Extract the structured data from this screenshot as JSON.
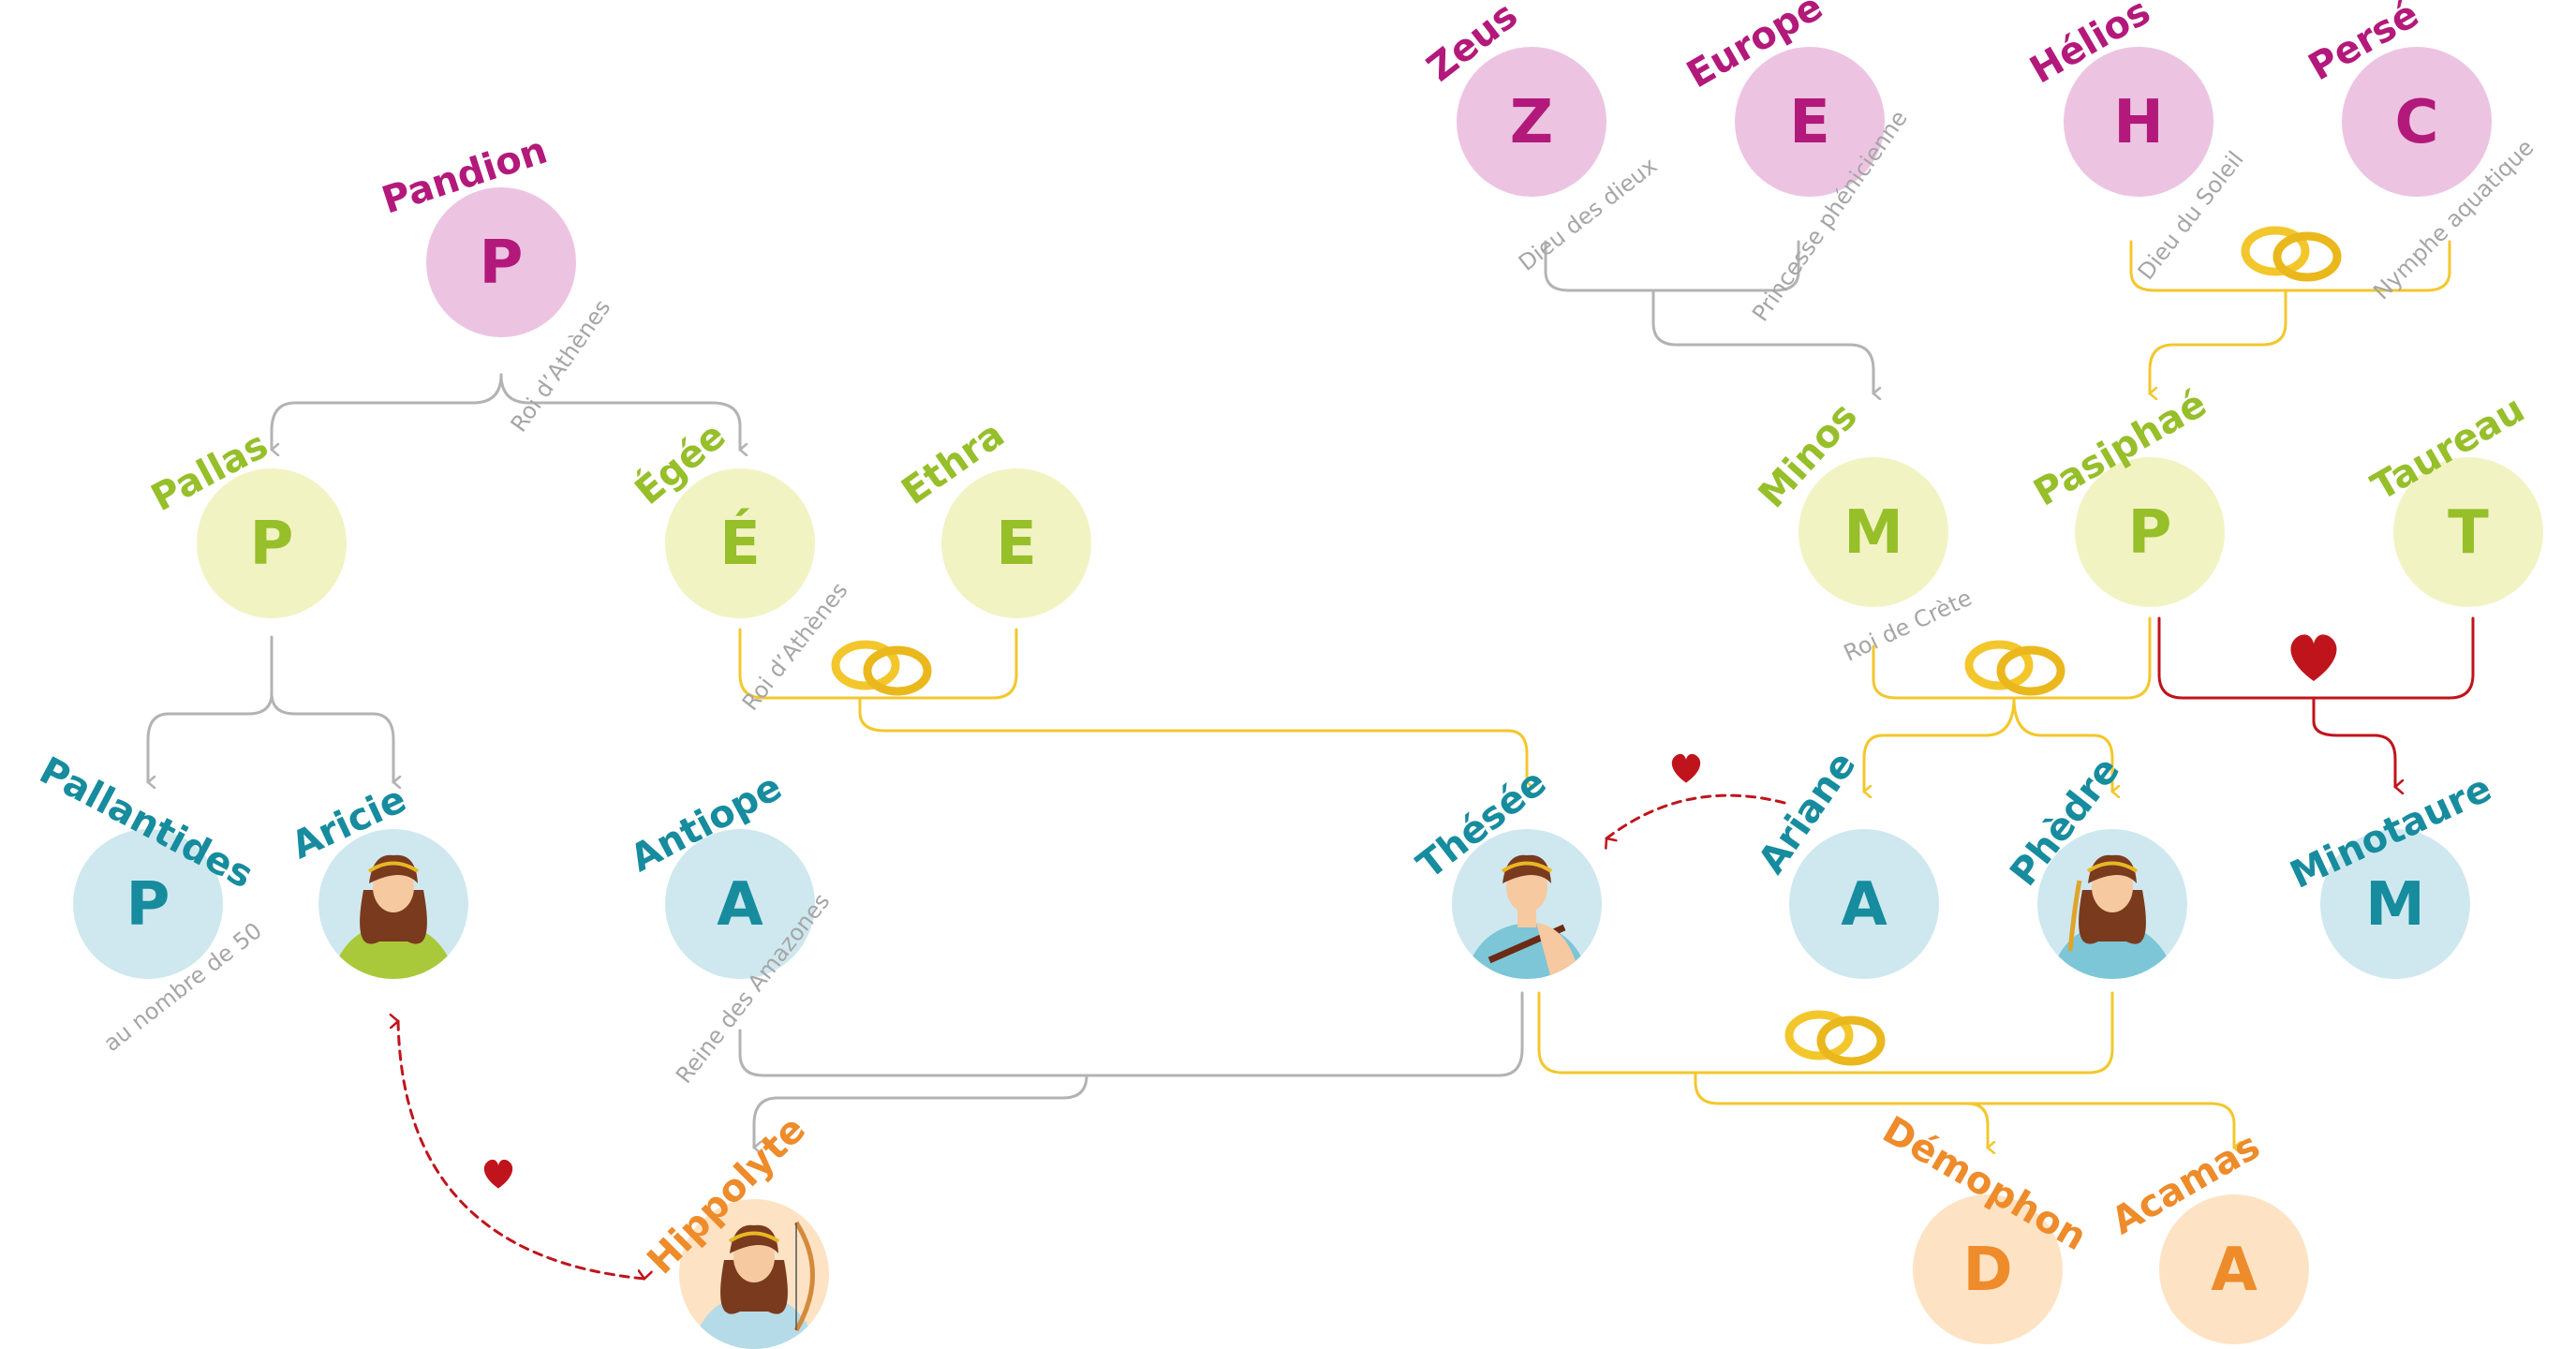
{
  "palette": {
    "magenta": "#b3197a",
    "magenta_bg": "#ecc4e2",
    "green": "#96bf2a",
    "green_bg": "#f2f3c3",
    "teal": "#168c9e",
    "teal_bg": "#cfe8ef",
    "orange": "#ee8b2a",
    "orange_bg": "#fde3c4",
    "gray_line": "#b3b3b3",
    "yellow_line": "#f3c72c",
    "red_line": "#c0141c"
  },
  "people": [
    {
      "id": "pandion",
      "name": "Pandion",
      "letter": "P",
      "group": "magenta",
      "subtitle": "Roi d’Athènes"
    },
    {
      "id": "pallas",
      "name": "Pallas",
      "letter": "P",
      "group": "green",
      "subtitle": ""
    },
    {
      "id": "egee",
      "name": "Égée",
      "letter": "É",
      "group": "green",
      "subtitle": "Roi d’Athènes"
    },
    {
      "id": "ethra",
      "name": "Ethra",
      "letter": "E",
      "group": "green",
      "subtitle": ""
    },
    {
      "id": "pallantides",
      "name": "Pallantides",
      "letter": "P",
      "group": "teal",
      "subtitle": "au nombre de 50"
    },
    {
      "id": "aricie",
      "name": "Aricie",
      "letter": "",
      "group": "teal",
      "subtitle": "",
      "portrait": "woman-green-dress-icon"
    },
    {
      "id": "antiope",
      "name": "Antiope",
      "letter": "A",
      "group": "teal",
      "subtitle": "Reine des Amazones"
    },
    {
      "id": "thesee",
      "name": "Thésée",
      "letter": "",
      "group": "teal",
      "subtitle": "",
      "portrait": "hero-laurel-icon"
    },
    {
      "id": "ariane",
      "name": "Ariane",
      "letter": "A",
      "group": "teal",
      "subtitle": ""
    },
    {
      "id": "phedre",
      "name": "Phèdre",
      "letter": "",
      "group": "teal",
      "subtitle": "",
      "portrait": "woman-wheat-icon"
    },
    {
      "id": "minotaure",
      "name": "Minotaure",
      "letter": "M",
      "group": "teal",
      "subtitle": ""
    },
    {
      "id": "zeus",
      "name": "Zeus",
      "letter": "Z",
      "group": "magenta",
      "subtitle": "Dieu des dieux"
    },
    {
      "id": "europe",
      "name": "Europe",
      "letter": "E",
      "group": "magenta",
      "subtitle": "Princesse phénicienne"
    },
    {
      "id": "helios",
      "name": "Hélios",
      "letter": "H",
      "group": "magenta",
      "subtitle": "Dieu du Soleil"
    },
    {
      "id": "perse",
      "name": "Persé",
      "letter": "C",
      "group": "magenta",
      "subtitle": "Nymphe aquatique"
    },
    {
      "id": "minos",
      "name": "Minos",
      "letter": "M",
      "group": "green",
      "subtitle": "Roi de Crète"
    },
    {
      "id": "pasiphae",
      "name": "Pasiphaé",
      "letter": "P",
      "group": "green",
      "subtitle": ""
    },
    {
      "id": "taureau",
      "name": "Taureau",
      "letter": "T",
      "group": "green",
      "subtitle": ""
    },
    {
      "id": "hippolyte",
      "name": "Hippolyte",
      "letter": "",
      "group": "orange",
      "subtitle": "",
      "portrait": "archer-bow-icon"
    },
    {
      "id": "demophon",
      "name": "Démophon",
      "letter": "D",
      "group": "orange",
      "subtitle": ""
    },
    {
      "id": "acamas",
      "name": "Acamas",
      "letter": "A",
      "group": "orange",
      "subtitle": ""
    }
  ],
  "icons": {
    "ring": "wedding-rings-icon",
    "heart": "heart-icon"
  }
}
